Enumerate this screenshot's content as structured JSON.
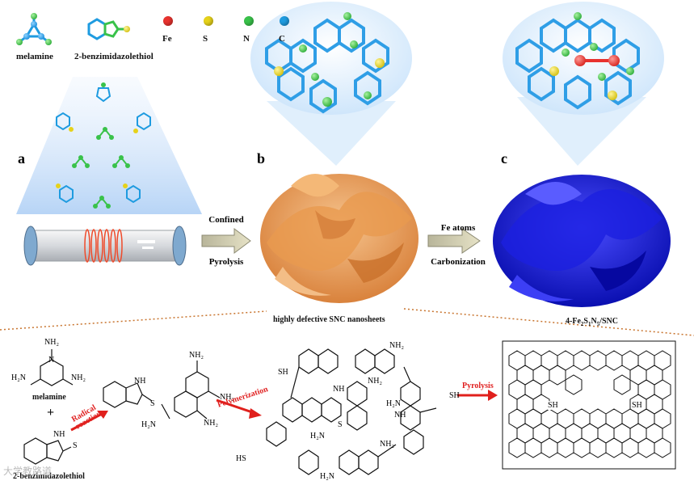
{
  "legend": {
    "molecules": [
      "melamine",
      "2-benzimidazolethiol"
    ],
    "atoms": [
      {
        "symbol": "Fe",
        "color": "#e8322e"
      },
      {
        "symbol": "S",
        "color": "#e6d21a"
      },
      {
        "symbol": "N",
        "color": "#39c24a"
      },
      {
        "symbol": "C",
        "color": "#1e9be0"
      }
    ]
  },
  "panels": {
    "a": "a",
    "b": "b",
    "c": "c"
  },
  "arrows": {
    "arrow1": [
      "Confined",
      "Pyrolysis"
    ],
    "arrow2": [
      "Fe  atoms",
      "Carbonization"
    ]
  },
  "captions": {
    "b": "highly defective SNC nanosheets",
    "c_main": "4-Fe",
    "c_sub1": "2",
    "c_mid1": "S",
    "c_sub2": "1",
    "c_mid2": "N",
    "c_sub3": "5",
    "c_tail": "/SNC"
  },
  "reaction": {
    "reactant1": "melamine",
    "plus": "+",
    "reactant2": "2-benzimidazolethiol",
    "step1": [
      "Radical",
      "reaction"
    ],
    "step2": "Polymerization",
    "step3": "Pyrolysis",
    "atom_labels": {
      "nh2": "NH₂",
      "nh2_left": "H₂N",
      "n": "N",
      "nh": "NH",
      "h": "H",
      "s": "S",
      "sh": "SH",
      "hs": "HS",
      "h2n": "H₂N"
    }
  },
  "watermark": "大学教路道"
}
